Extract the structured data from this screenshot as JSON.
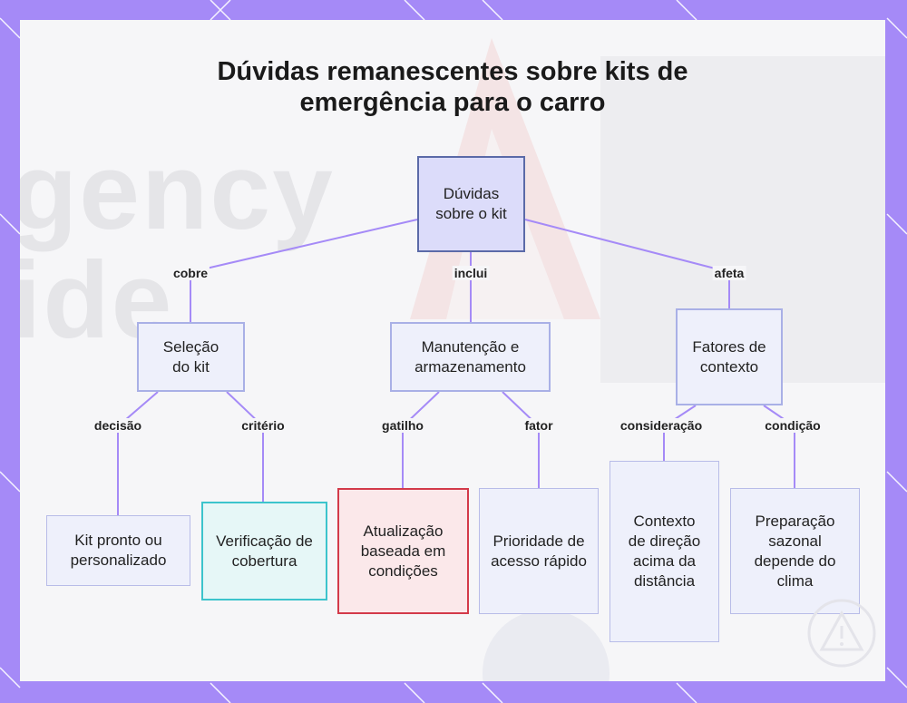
{
  "title": "Dúvidas remanescentes sobre kits de emergência para o carro",
  "background_text": [
    "gency",
    "ide"
  ],
  "colors": {
    "frame": "#a58af7",
    "edge": "#a58af7",
    "root_border": "#5b6aa8",
    "cyan_border": "#3cc4cc",
    "red_border": "#d33a4a"
  },
  "nodes": {
    "root": "Dúvidas sobre o kit",
    "selecao": "Seleção do kit",
    "manutencao": "Manutenção e armazenamento",
    "fatores": "Fatores de contexto",
    "kit_pronto": "Kit pronto ou personalizado",
    "verificacao": "Verificação de cobertura",
    "atualizacao": "Atualização baseada em condições",
    "prioridade": "Prioridade de acesso rápido",
    "contexto": "Contexto de direção acima da distância",
    "preparacao": "Preparação sazonal depende do clima"
  },
  "edge_labels": {
    "cobre": "cobre",
    "inclui": "inclui",
    "afeta": "afeta",
    "decisao": "decisão",
    "criterio": "critério",
    "gatilho": "gatilho",
    "fator": "fator",
    "consideracao": "consideração",
    "condicao": "condição"
  },
  "logo_icon": "warning-triangle-icon"
}
